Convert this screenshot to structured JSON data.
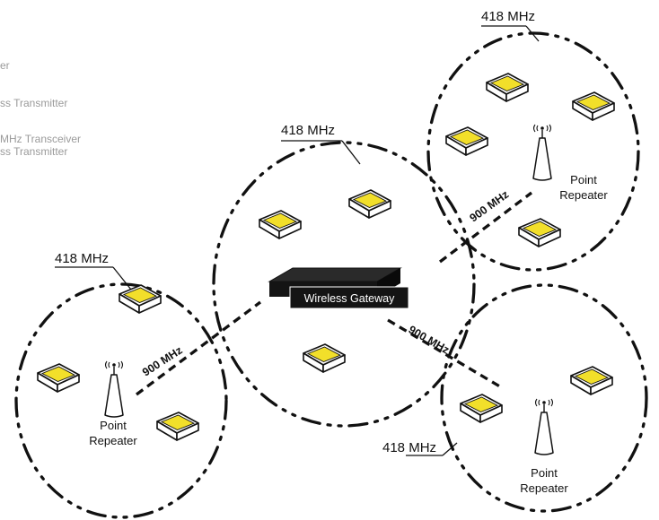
{
  "legend": {
    "lines": [
      "er",
      "ss Transmitter",
      "MHz Transceiver",
      "ss Transmitter"
    ]
  },
  "gateway": {
    "label": "Wireless Gateway"
  },
  "zones": {
    "center": {
      "frequency": "418 MHz"
    },
    "top_right": {
      "frequency": "418 MHz"
    },
    "left": {
      "frequency": "418 MHz"
    },
    "bottom_right": {
      "frequency": "418 MHz"
    }
  },
  "links": {
    "left": {
      "frequency": "900 MHz"
    },
    "top_right": {
      "frequency": "900 MHz"
    },
    "bottom_right": {
      "frequency": "900 MHz"
    }
  },
  "repeaters": {
    "left": {
      "line1": "Point",
      "line2": "Repeater"
    },
    "top_right": {
      "line1": "Point",
      "line2": "Repeater"
    },
    "bottom_right": {
      "line1": "Point",
      "line2": "Repeater"
    }
  },
  "colors": {
    "sensor_fill": "#f2df2a",
    "gateway_body": "#141414",
    "line": "#111111"
  },
  "icons": [
    "sensor-device-icon",
    "antenna-tower-icon",
    "gateway-box-icon"
  ]
}
